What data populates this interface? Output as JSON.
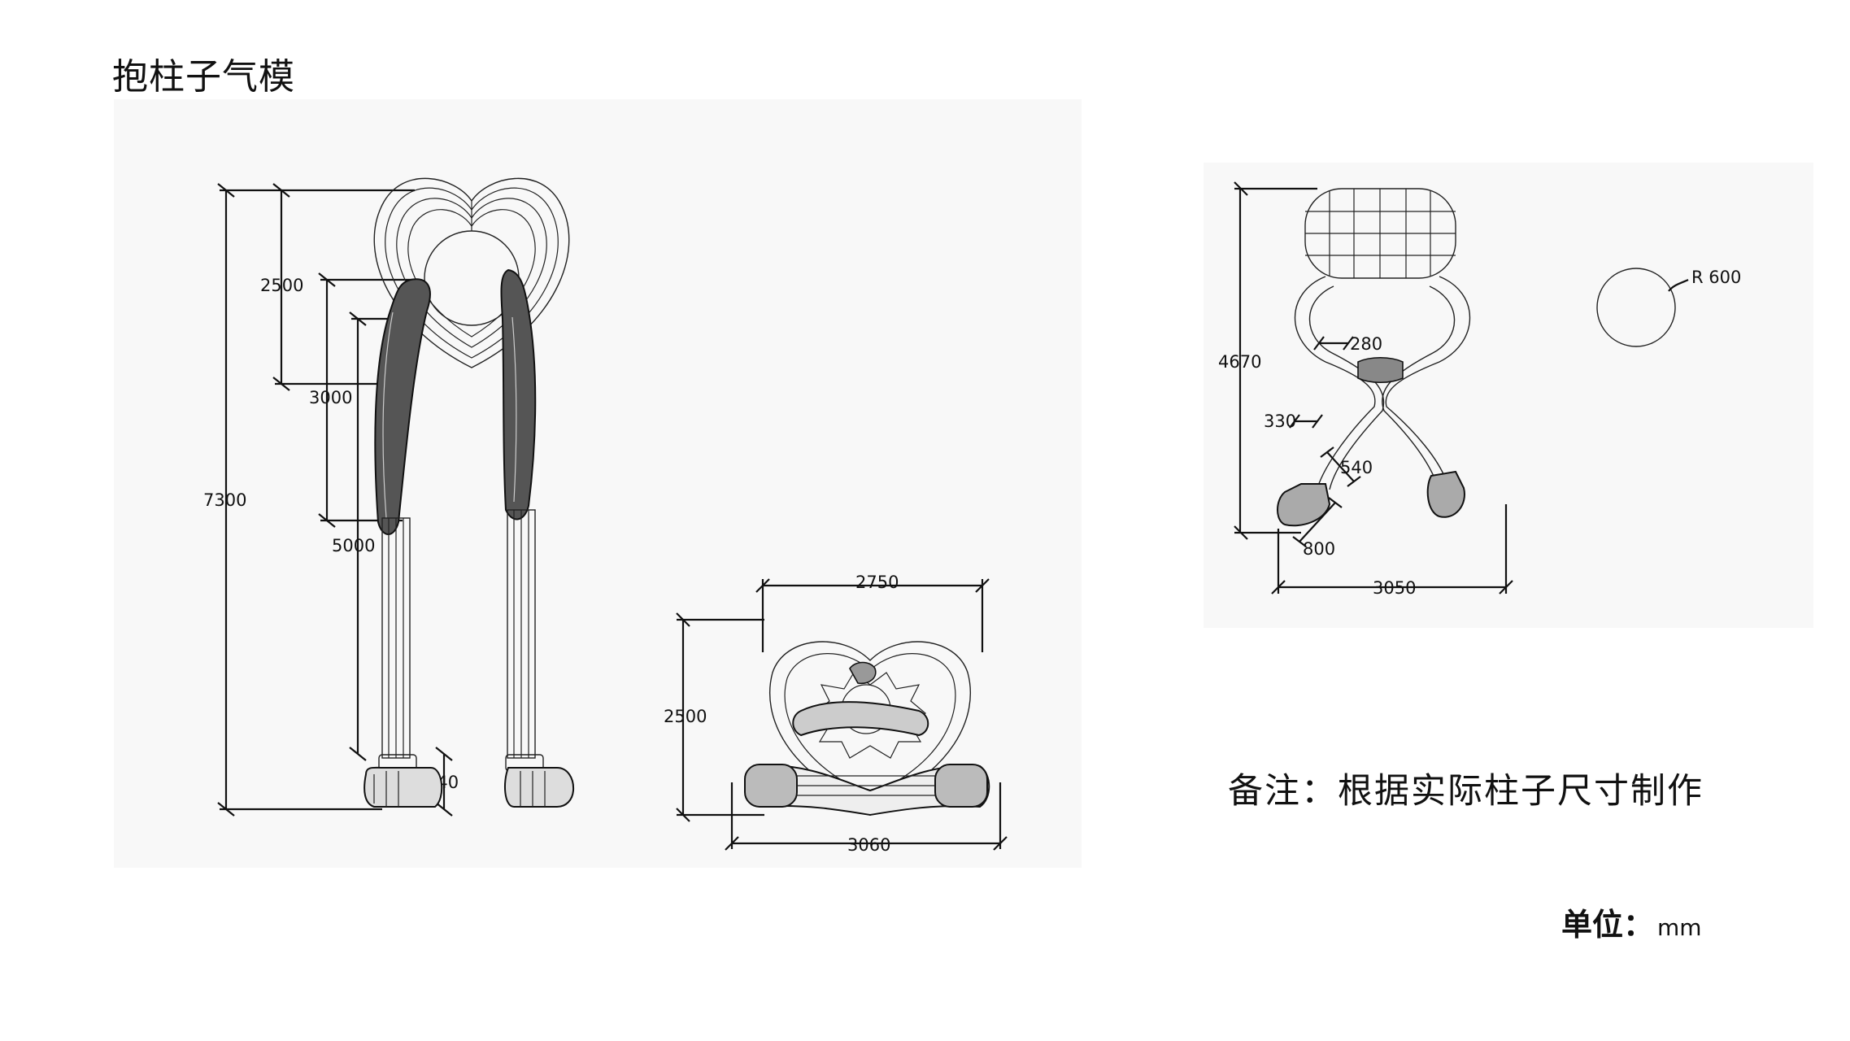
{
  "title": "抱柱子气模",
  "note": "备注：根据实际柱子尺寸制作",
  "unit": {
    "label": "单位：",
    "value": "mm"
  },
  "front_view": {
    "total_height": "7300",
    "heart_height": "2500",
    "arm_height": "3000",
    "leg_height": "5000",
    "foot_height": "640"
  },
  "top_view": {
    "height": "2500",
    "width_top": "2750",
    "width_bottom": "3060"
  },
  "side_view": {
    "height": "4670",
    "radius": "R 600",
    "arm_gap": "280",
    "foot_gap": "330",
    "foot_height": "540",
    "foot_length": "800",
    "base_width": "3050"
  }
}
